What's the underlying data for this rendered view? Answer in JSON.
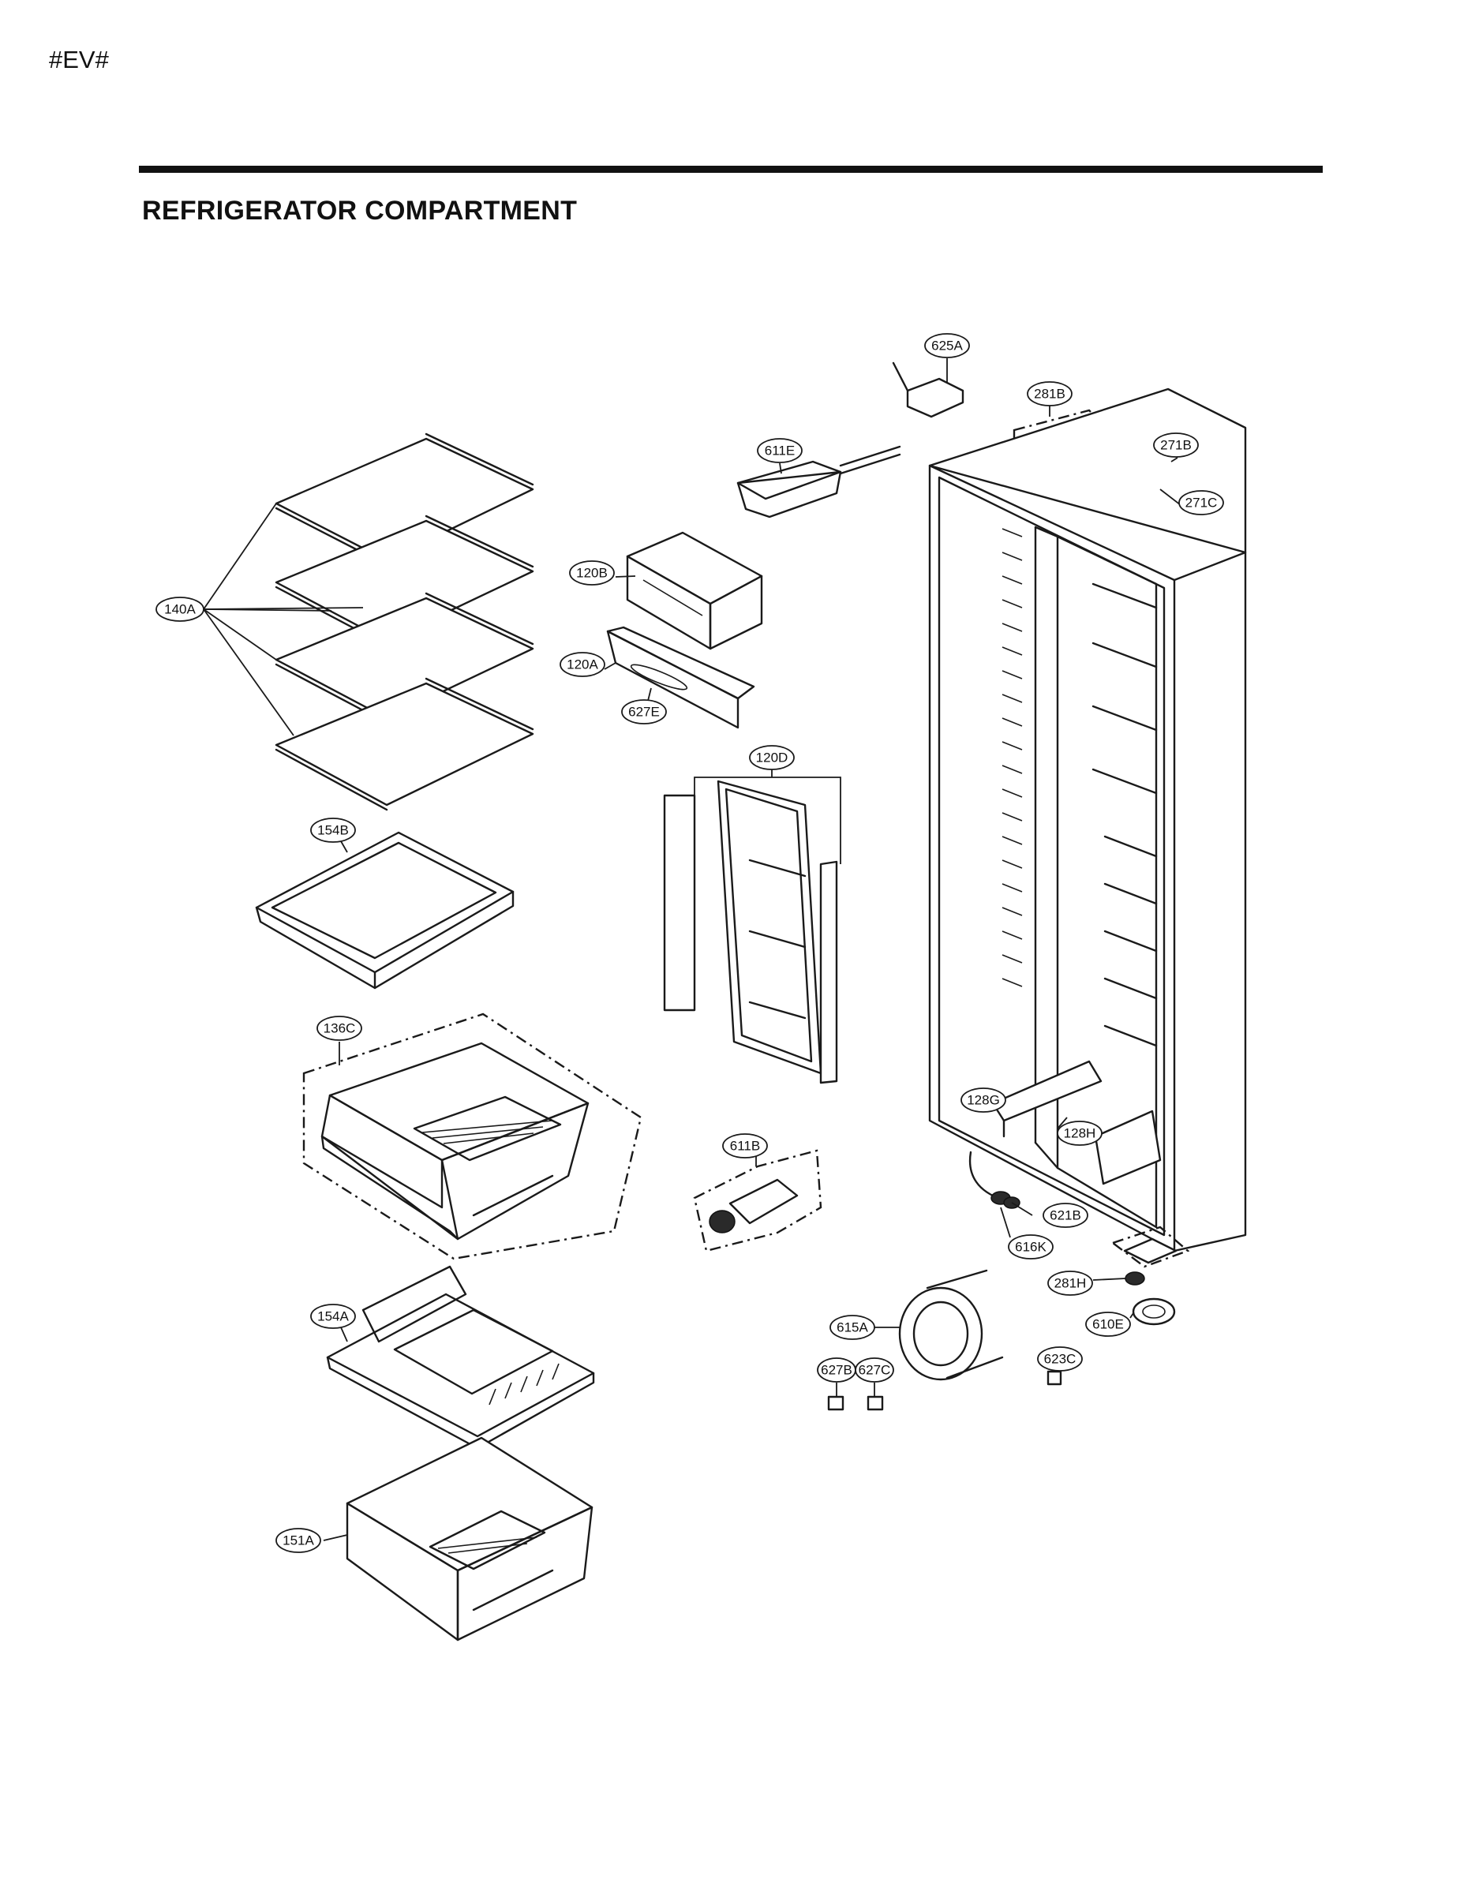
{
  "page_code": "#EV#",
  "section_title": "REFRIGERATOR COMPARTMENT",
  "callouts": [
    {
      "id": "625A",
      "label": "625A"
    },
    {
      "id": "281B",
      "label": "281B"
    },
    {
      "id": "271B",
      "label": "271B"
    },
    {
      "id": "271C",
      "label": "271C"
    },
    {
      "id": "611E",
      "label": "611E"
    },
    {
      "id": "120B",
      "label": "120B"
    },
    {
      "id": "120A",
      "label": "120A"
    },
    {
      "id": "627E",
      "label": "627E"
    },
    {
      "id": "140A",
      "label": "140A"
    },
    {
      "id": "120D",
      "label": "120D"
    },
    {
      "id": "154B",
      "label": "154B"
    },
    {
      "id": "136C",
      "label": "136C"
    },
    {
      "id": "128G",
      "label": "128G"
    },
    {
      "id": "128H",
      "label": "128H"
    },
    {
      "id": "611B",
      "label": "611B"
    },
    {
      "id": "621B",
      "label": "621B"
    },
    {
      "id": "616K",
      "label": "616K"
    },
    {
      "id": "281H",
      "label": "281H"
    },
    {
      "id": "154A",
      "label": "154A"
    },
    {
      "id": "615A",
      "label": "615A"
    },
    {
      "id": "610E",
      "label": "610E"
    },
    {
      "id": "623C",
      "label": "623C"
    },
    {
      "id": "627B",
      "label": "627B"
    },
    {
      "id": "627C",
      "label": "627C"
    },
    {
      "id": "151A",
      "label": "151A"
    }
  ]
}
